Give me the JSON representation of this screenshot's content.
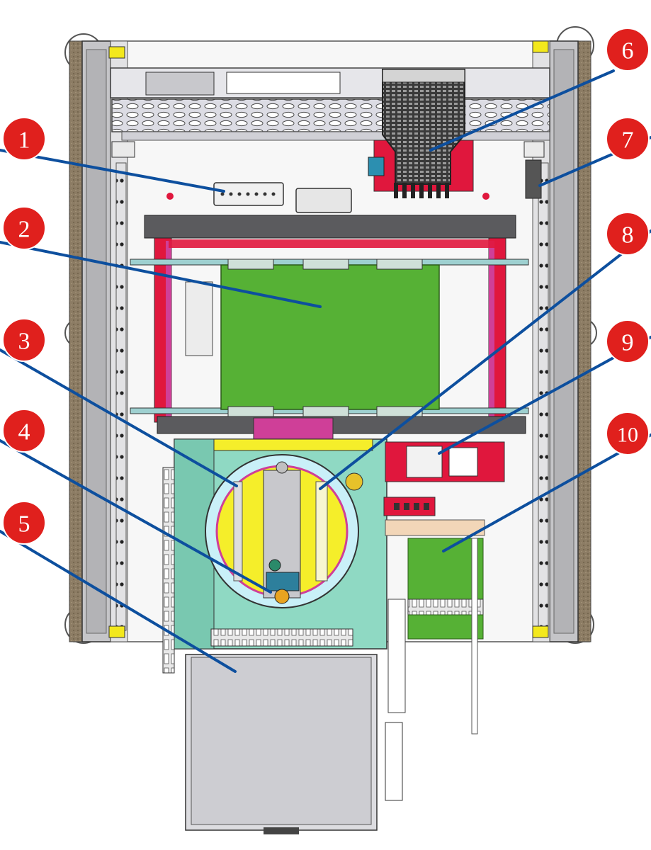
{
  "colors": {
    "callout_fill": "#e0201d",
    "leader_line": "#0d4f9e",
    "board_green": "#56b135",
    "frame_red": "#e0173d",
    "plate_teal": "#8fd9c3",
    "inner_yellow": "#f5ee2a",
    "magenta": "#cf3f98",
    "wood": "#8a7a62"
  },
  "callouts": [
    {
      "id": "callout-1",
      "number": "1"
    },
    {
      "id": "callout-2",
      "number": "2"
    },
    {
      "id": "callout-3",
      "number": "3"
    },
    {
      "id": "callout-4",
      "number": "4"
    },
    {
      "id": "callout-5",
      "number": "5"
    },
    {
      "id": "callout-6",
      "number": "6"
    },
    {
      "id": "callout-7",
      "number": "7"
    },
    {
      "id": "callout-8",
      "number": "8"
    },
    {
      "id": "callout-9",
      "number": "9"
    },
    {
      "id": "callout-10",
      "number": "10"
    }
  ]
}
